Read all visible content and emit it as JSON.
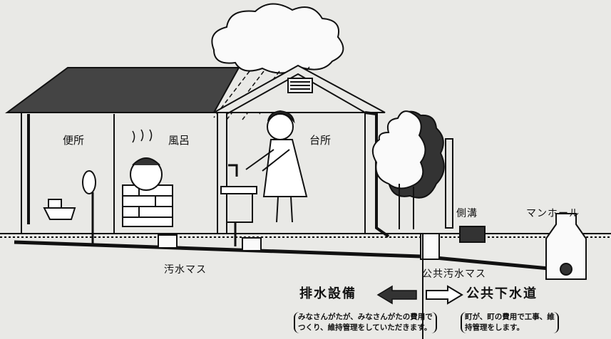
{
  "rooms": {
    "toilet": "便所",
    "bath": "風呂",
    "kitchen": "台所"
  },
  "labels": {
    "gutter": "側溝",
    "manhole": "マンホール",
    "private_basin": "汚水マス",
    "public_basin": "公共汚水マス"
  },
  "sections": {
    "private": {
      "title": "排水設備",
      "note_line1": "みなさんがたが、みなさんがたの費用で",
      "note_line2": "つくり、維持管理をしていただきます。"
    },
    "public": {
      "title": "公共下水道",
      "note_line1": "町が、町の費用で工事、維",
      "note_line2": "持管理をします。"
    }
  },
  "colors": {
    "background": "#e9e9e6",
    "ink": "#111111",
    "roof": "#444444"
  }
}
